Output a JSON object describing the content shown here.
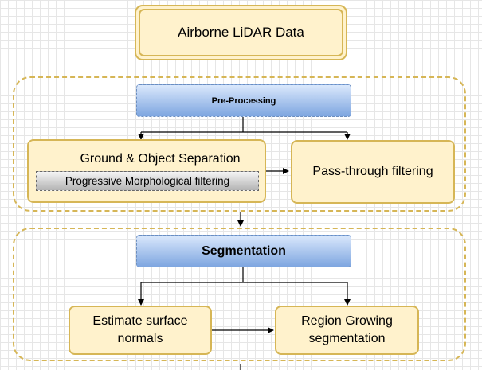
{
  "nodes": {
    "source": "Airborne LiDAR Data",
    "preprocessing": "Pre-Processing",
    "ground_object": "Ground & Object Separation",
    "morphological": "Progressive Morphological filtering",
    "passthrough": "Pass-through filtering",
    "segmentation": "Segmentation",
    "normals_line1": "Estimate surface",
    "normals_line2": "normals",
    "region_line1": "Region Growing",
    "region_line2": "segmentation"
  },
  "colors": {
    "yellow_fill": "#fff2cc",
    "yellow_stroke": "#d6b656",
    "blue_fill_top": "#dae8fc",
    "blue_fill_bottom": "#7ea6e0",
    "blue_stroke": "#6c8ebf",
    "grey_fill_top": "#f5f5f5",
    "grey_fill_bottom": "#b3b3b3",
    "grey_stroke": "#666666",
    "grid": "#e6e6e6",
    "edge": "#000000"
  }
}
